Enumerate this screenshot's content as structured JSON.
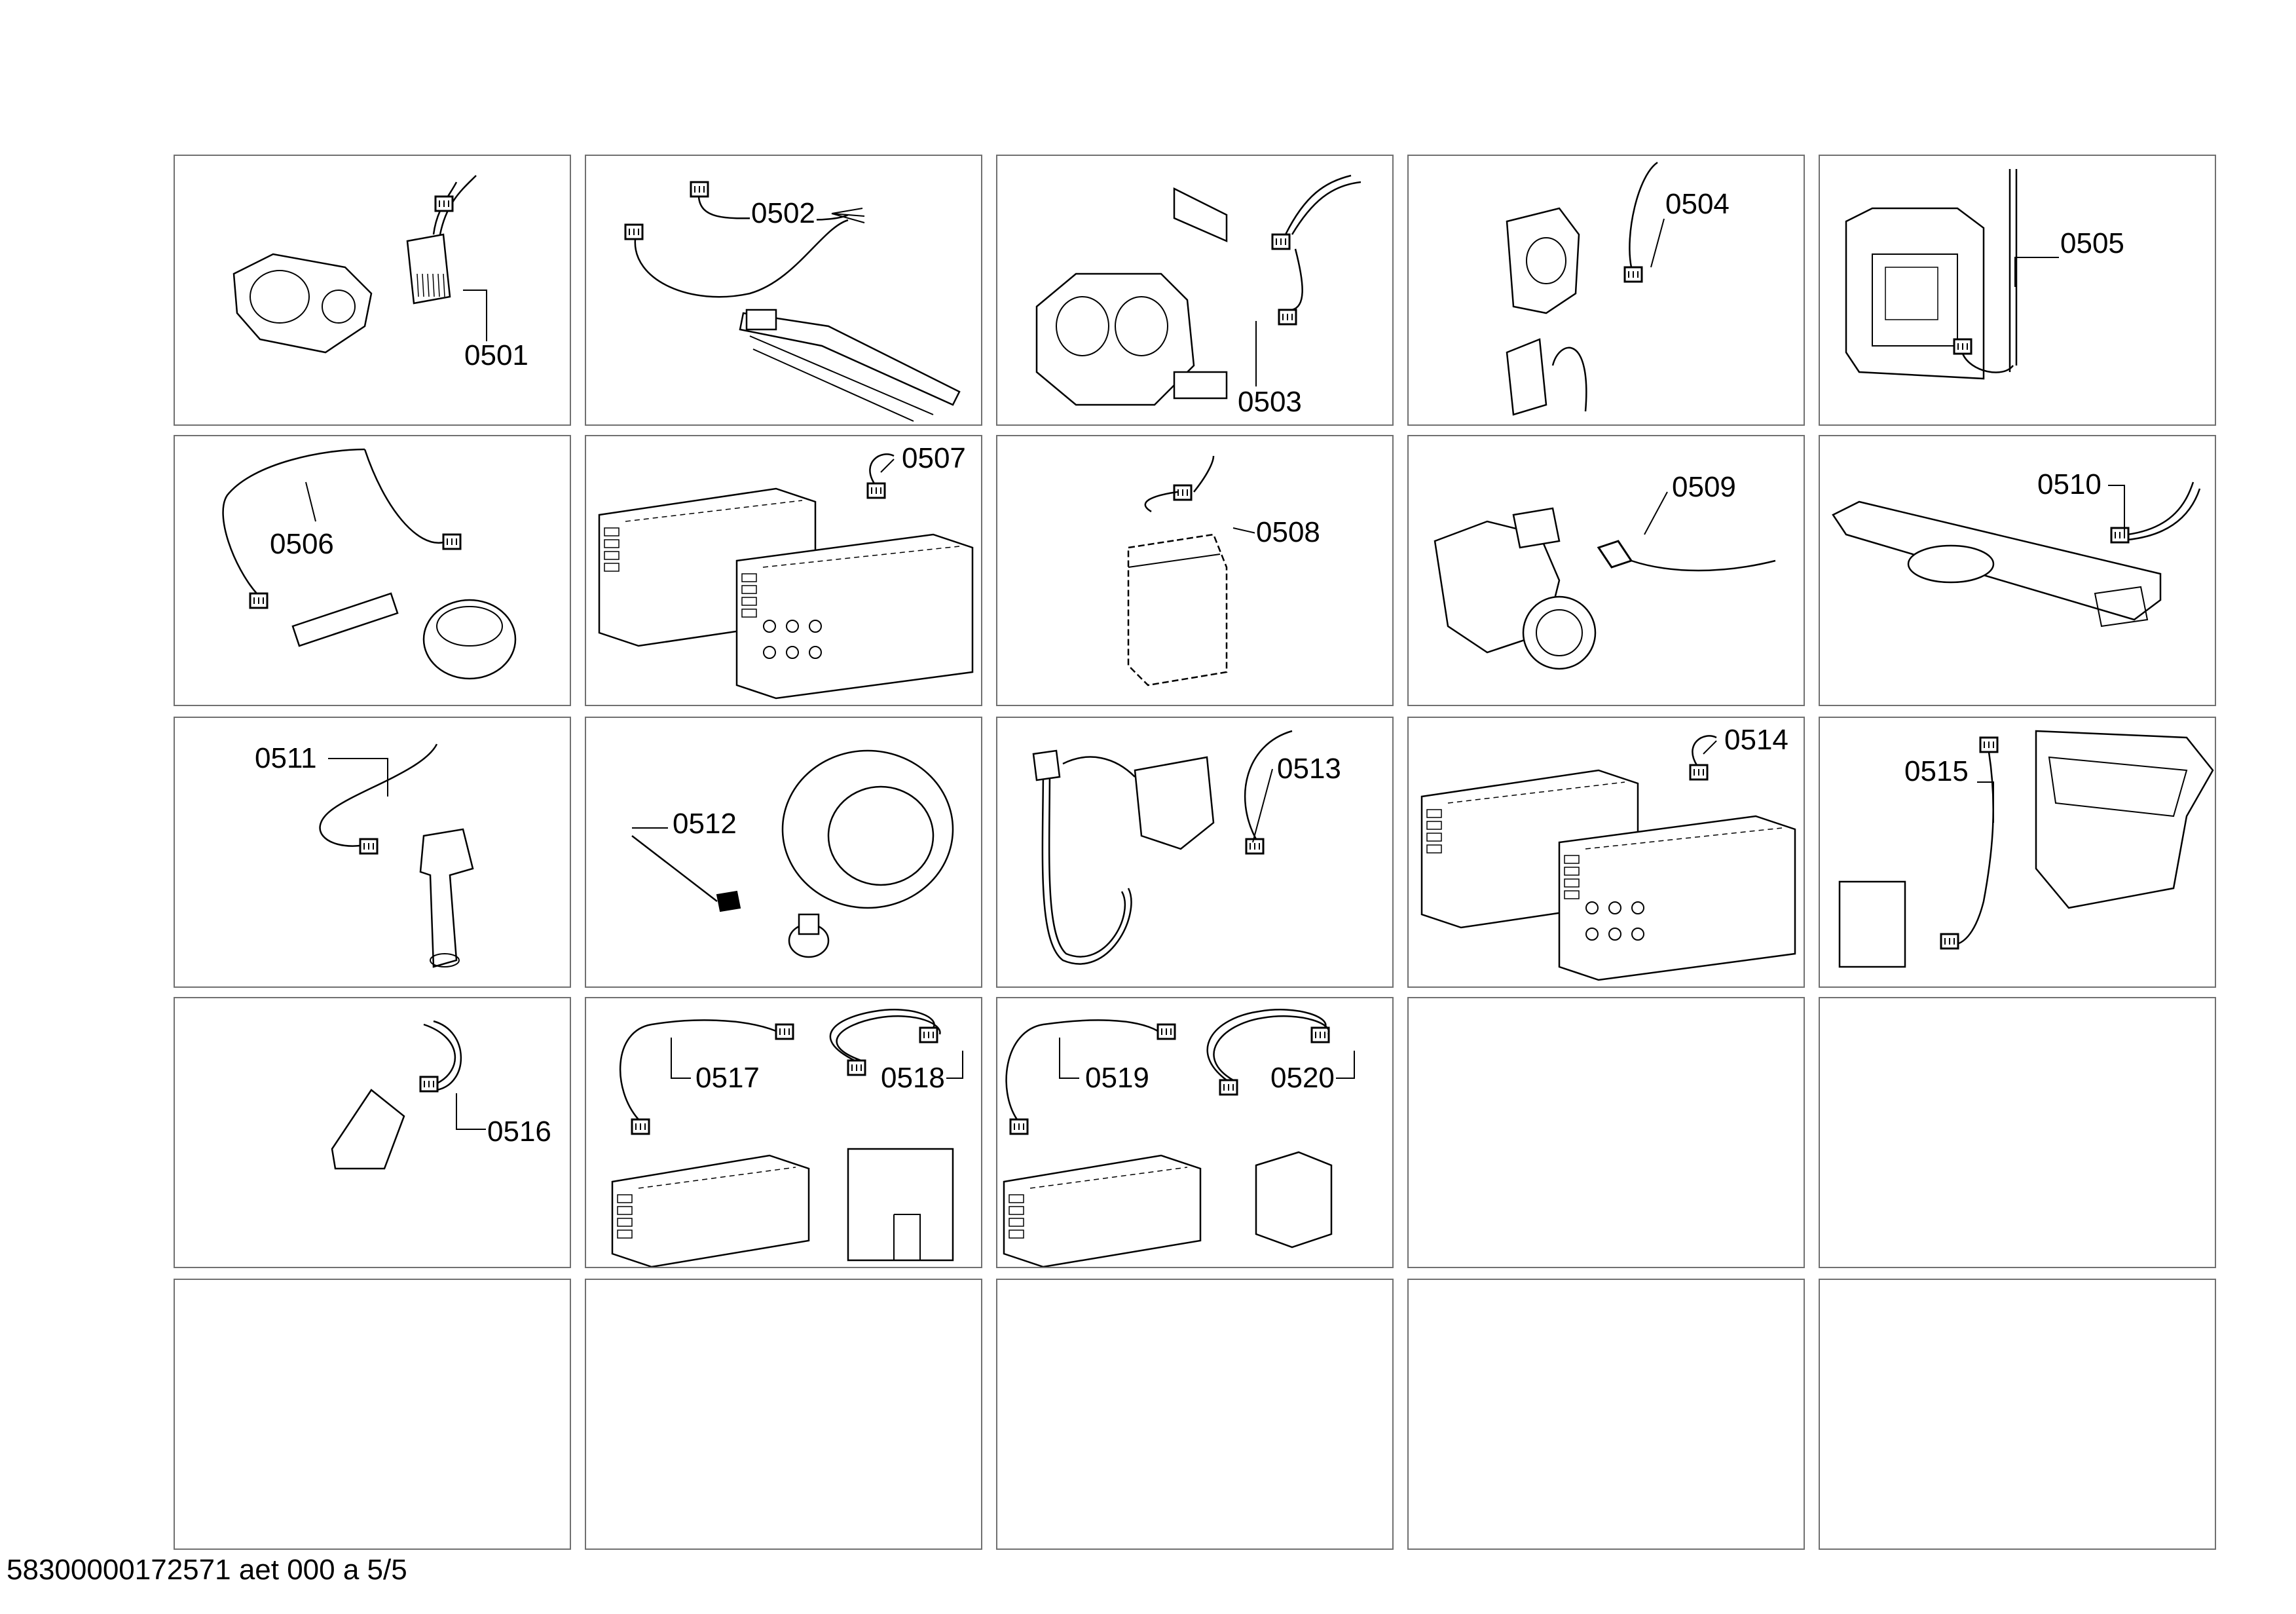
{
  "footer": {
    "doc_code": "58300000172571 aet 000 a 5/5"
  },
  "cells": [
    {
      "labels": [
        "0501"
      ],
      "drawing": "motor-wiring-icon"
    },
    {
      "labels": [
        "0502"
      ],
      "drawing": "heater-wiring-icon"
    },
    {
      "labels": [
        "0503"
      ],
      "drawing": "valve-wiring-icon"
    },
    {
      "labels": [
        "0504"
      ],
      "drawing": "single-valve-wiring-icon"
    },
    {
      "labels": [
        "0505"
      ],
      "drawing": "module-wiring-icon"
    },
    {
      "labels": [
        "0506"
      ],
      "drawing": "pressure-sensor-wiring-icon"
    },
    {
      "labels": [
        "0507"
      ],
      "drawing": "control-module-wiring-icon"
    },
    {
      "labels": [
        "0508"
      ],
      "drawing": "filter-wiring-icon"
    },
    {
      "labels": [
        "0509"
      ],
      "drawing": "drain-pump-wiring-icon"
    },
    {
      "labels": [
        "0510"
      ],
      "drawing": "base-sensor-wiring-icon"
    },
    {
      "labels": [
        "0511"
      ],
      "drawing": "sensor-probe-wiring-icon"
    },
    {
      "labels": [
        "0512"
      ],
      "drawing": "tacho-wiring-icon"
    },
    {
      "labels": [
        "0513"
      ],
      "drawing": "hose-switch-wiring-icon"
    },
    {
      "labels": [
        "0514"
      ],
      "drawing": "control-module-wiring-icon"
    },
    {
      "labels": [
        "0515"
      ],
      "drawing": "dispenser-wiring-icon"
    },
    {
      "labels": [
        "0516"
      ],
      "drawing": "small-board-wiring-icon"
    },
    {
      "labels": [
        "0517",
        "0518"
      ],
      "drawing": "module-door-lock-wiring-icon"
    },
    {
      "labels": [
        "0519",
        "0520"
      ],
      "drawing": "module-box-wiring-icon"
    },
    {
      "labels": [],
      "drawing": "empty-cell"
    },
    {
      "labels": [],
      "drawing": "empty-cell"
    },
    {
      "labels": [],
      "drawing": "empty-cell"
    },
    {
      "labels": [],
      "drawing": "empty-cell"
    },
    {
      "labels": [],
      "drawing": "empty-cell"
    },
    {
      "labels": [],
      "drawing": "empty-cell"
    },
    {
      "labels": [],
      "drawing": "empty-cell"
    }
  ]
}
